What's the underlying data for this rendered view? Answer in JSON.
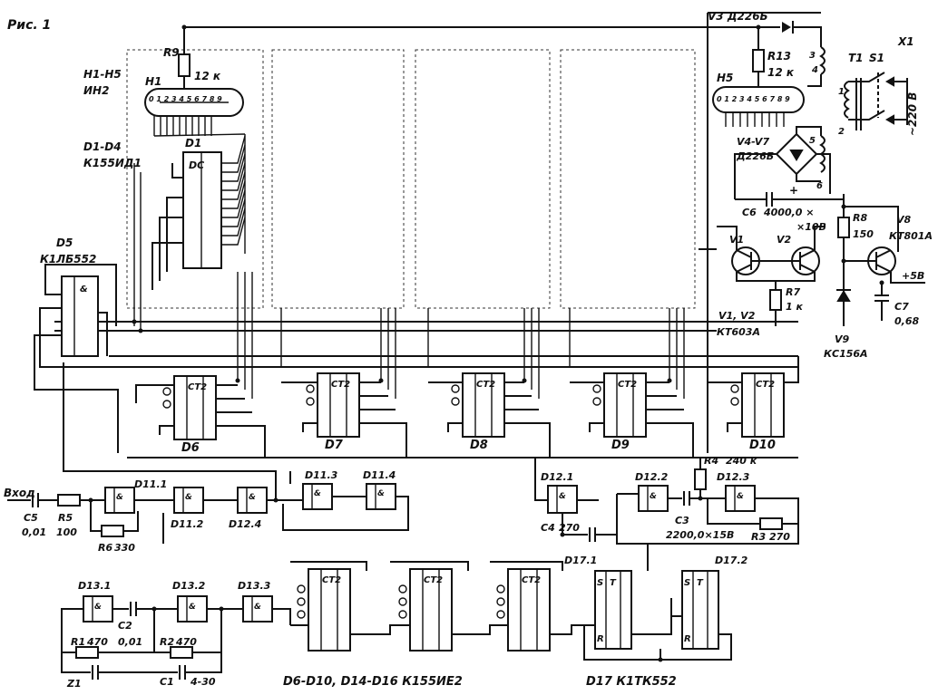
{
  "figure_label": "Рис. 1",
  "indicators": {
    "group_label": "H1-H5",
    "type": "ИН2",
    "h1": "H1",
    "h5": "H5",
    "pins": "0 1 2 3 4 5 6 7 8 9"
  },
  "resistors": {
    "r9": "R9",
    "r9_val": "12 к",
    "r13": "R13",
    "r13_val": "12 к",
    "r8": "R8",
    "r8_val": "150",
    "r7": "R7",
    "r7_val": "1 к",
    "r4": "R4",
    "r4_val": "240 к",
    "r5": "R5",
    "r5_val": "100",
    "r6": "R6",
    "r6_val": "330",
    "r3": "R3",
    "r3_val": "270",
    "r1": "R1",
    "r1_val": "470",
    "r2": "R2",
    "r2_val": "470"
  },
  "decoders": {
    "label": "D1-D4",
    "type": "К155ИД1",
    "d1": "D1",
    "dc": "DC"
  },
  "d5": {
    "label": "D5",
    "type": "К1ЛБ552"
  },
  "counters": {
    "ct": "CT2",
    "d6": "D6",
    "d7": "D7",
    "d8": "D8",
    "d9": "D9",
    "d10": "D10"
  },
  "gates": {
    "d11_1": "D11.1",
    "d11_2": "D11.2",
    "d11_3": "D11.3",
    "d11_4": "D11.4",
    "d12_1": "D12.1",
    "d12_2": "D12.2",
    "d12_3": "D12.3",
    "d12_4": "D12.4",
    "d13_1": "D13.1",
    "d13_2": "D13.2",
    "d13_3": "D13.3",
    "d17_1": "D17.1",
    "d17_2": "D17.2"
  },
  "power": {
    "v3": "V3 Д226Б",
    "v4v7": "V4-V7",
    "v4v7_type": "Д226Б",
    "t1": "T1",
    "s1": "S1",
    "x1": "X1",
    "mains": "~220 В",
    "c6": "C6",
    "c6_val": "4000,0 ×",
    "c6_volt": "×10В",
    "v8": "V8",
    "v8_type": "КТ801А",
    "v1": "V1",
    "v2": "V2",
    "v1v2": "V1, V2",
    "v1v2_type": "КТ603А",
    "v9": "V9",
    "v9_type": "КС156А",
    "c7": "C7",
    "c7_val": "0,68",
    "plus5": "+5В"
  },
  "input": {
    "label": "Вход",
    "c5": "C5",
    "c5_val": "0,01",
    "c4": "C4",
    "c4_val": "270",
    "c3": "C3",
    "c3_val": "2200,0×15В"
  },
  "clock": {
    "c2": "C2",
    "c2_val": "0,01",
    "c1": "C1",
    "c1_val": "4-30",
    "z1": "Z1"
  },
  "footer": {
    "counters_note": "D6-D10, D14-D16 К155ИЕ2",
    "d17_note": "D17 К1ТК552"
  },
  "tflip": {
    "s": "S",
    "t": "T",
    "r": "R"
  }
}
